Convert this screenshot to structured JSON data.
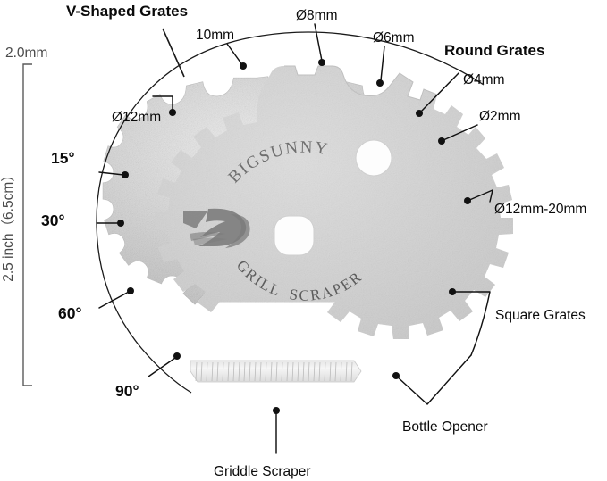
{
  "product": {
    "brand": "BIGSUNNY",
    "brand_sub_left": "GRILL",
    "brand_sub_right": "SCRAPER",
    "logo_icon": "bird-swoosh-logo",
    "metal_color": "#d9d9d9"
  },
  "dimensions": {
    "thickness_label": "2.0mm",
    "diameter_label": "2.5 inch（6.5cm）"
  },
  "headings": {
    "v_shaped": "V-Shaped Grates",
    "round": "Round Grates"
  },
  "callouts": {
    "top_10mm": "10mm",
    "top_d12mm": "Ø12mm",
    "top_d8mm": "Ø8mm",
    "top_d6mm": "Ø6mm",
    "right_d4mm": "Ø4mm",
    "right_d2mm": "Ø2mm",
    "right_d12_20mm": "Ø12mm-20mm",
    "square_grates": "Square Grates",
    "bottle_opener": "Bottle Opener",
    "griddle_scraper": "Griddle Scraper"
  },
  "angles": {
    "a15": "15°",
    "a30": "30°",
    "a60": "60°",
    "a90": "90°"
  }
}
